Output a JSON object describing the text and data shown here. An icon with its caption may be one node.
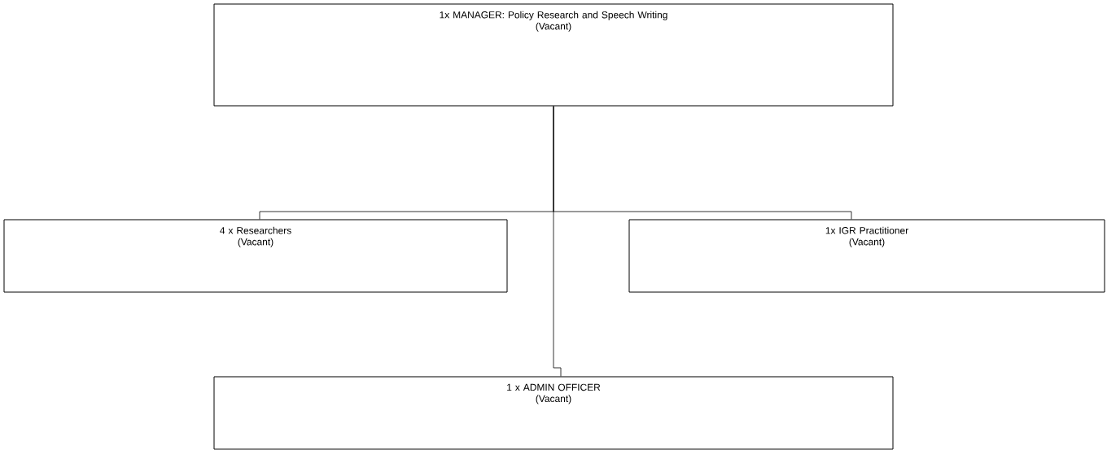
{
  "diagram": {
    "nodes": [
      {
        "text": [
          "1x MANAGER: Policy Research and Speech Writing",
          "(Vacant)"
        ]
      },
      {
        "text": [
          "4 x Researchers",
          "(Vacant)"
        ]
      },
      {
        "text": [
          "1x IGR Practitioner",
          "(Vacant)"
        ]
      },
      {
        "text": [
          "1 x ADMIN OFFICER",
          "(Vacant)"
        ]
      }
    ],
    "edges": [
      {
        "from": 0,
        "to": 1,
        "arrow": "none"
      },
      {
        "from": 0,
        "to": 2,
        "arrow": "none"
      },
      {
        "from": 0,
        "to": 3,
        "arrow": "none"
      }
    ]
  }
}
